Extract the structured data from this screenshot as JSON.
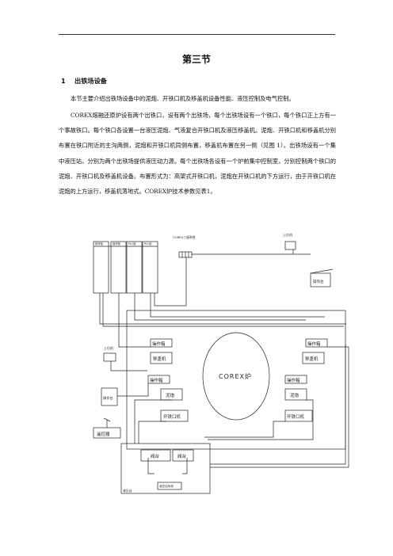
{
  "section_title": "第三节",
  "section": {
    "number": "1",
    "heading": "出铁场设备"
  },
  "paragraphs": [
    "本节主要介绍出铁场设备中的泥炮、开铁口机及移盖机设备性能、液压控制及电气控制。",
    "COREX熔融还原炉设有两个出铁口，设有两个出铁场，每个出铁场设有一个铁口，每个铁口正上方有一个事故铁口。每个铁口各设置一台液压泥炮、气液复合开铁口机及液压移盖机。泥炮、开铁口机和移盖机分别布置在铁口附近的主沟两侧，泥炮和开铁口机同侧布置，移盖机布置在另一侧（见图 1）。出铁场设有一个集中液压站，分别为两个出铁场提供液压动力源。每个出铁场各设有一个炉前集中控制室，分别控制两个铁口的泥炮、开铁口机及移盖机设备。布置形式为：高架式开铁口机，泥炮在开铁口机的下方运行，由于开铁口机在泥炮的上方运行，移盖机落地式。COREX炉技术参数见表1。"
  ],
  "diagram": {
    "cabinets": [
      "操作柜",
      "操作柜",
      "PLC柜",
      "PLC柜"
    ],
    "corex_system": "COREX三级系统",
    "pc_right": "上位机",
    "console_right": "操作台",
    "pc_left": "上位机",
    "console_left": "操作台",
    "op_box": "操作箱",
    "cover_machine": "移盖机",
    "mud_gun": "泥炮",
    "taphole_drill": "开铁口机",
    "remote": "遥控器",
    "furnace": "COREX炉",
    "valve_stand": "阀台",
    "hydraulic_station": "液压站",
    "hydraulic_system": "液压站系统"
  }
}
